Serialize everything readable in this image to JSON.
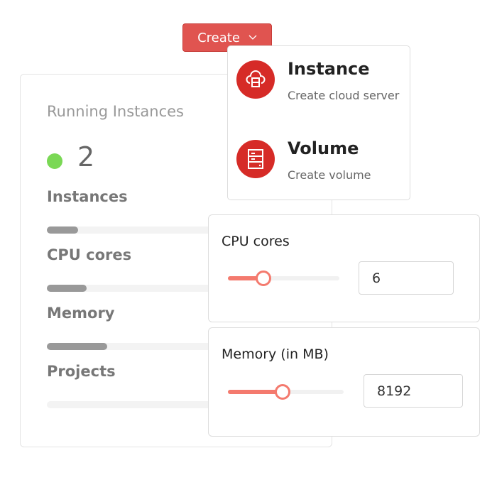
{
  "summary": {
    "title": "Running Instances",
    "count": "2",
    "status_color": "#7ad855",
    "metrics": [
      {
        "label": "Instances",
        "progress": 0.12
      },
      {
        "label": "CPU cores",
        "progress": 0.15
      },
      {
        "label": "Memory",
        "progress": 0.23
      },
      {
        "label": "Projects",
        "progress": 0
      }
    ]
  },
  "create_button": {
    "label": "Create",
    "icon": "chevron-down-icon",
    "color": "#e05450"
  },
  "create_menu": [
    {
      "name": "Instance",
      "description": "Create cloud server",
      "icon": "cloud-server-icon"
    },
    {
      "name": "Volume",
      "description": "Create volume",
      "icon": "storage-icon"
    }
  ],
  "cpu": {
    "label": "CPU cores",
    "value": "6",
    "slider_fraction": 0.32
  },
  "memory": {
    "label": "Memory (in MB)",
    "value": "8192",
    "slider_fraction": 0.47
  }
}
